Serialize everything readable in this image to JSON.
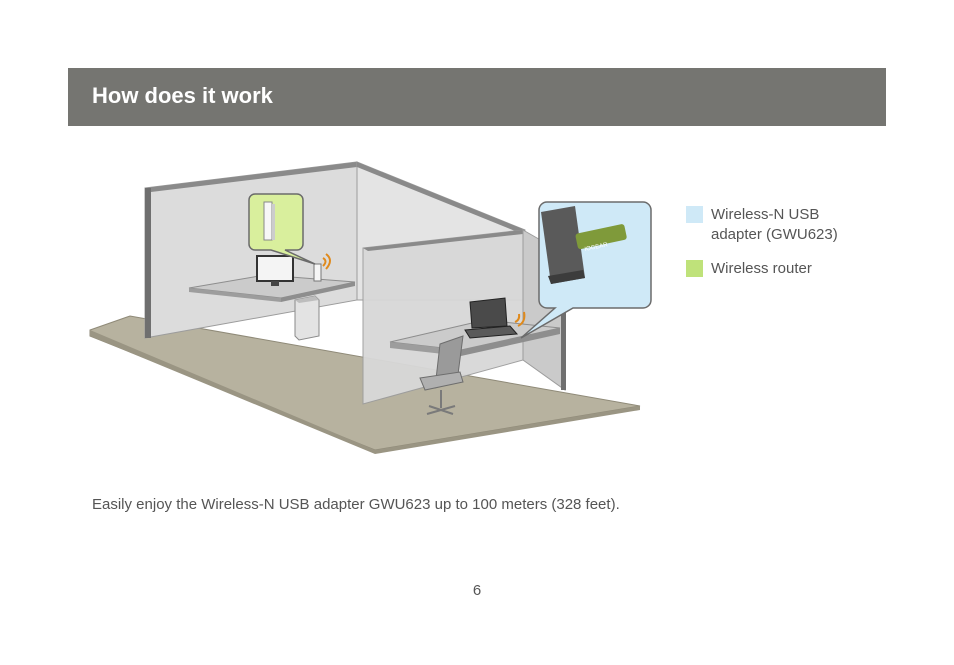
{
  "header": {
    "title": "How does it work"
  },
  "legend": {
    "items": [
      {
        "label": "Wireless-N USB adapter (GWU623)",
        "color": "#cfe9f7"
      },
      {
        "label": "Wireless router",
        "color": "#bfe27a"
      }
    ]
  },
  "illustration": {
    "brand_text": "IOGEAR"
  },
  "caption": "Easily enjoy the Wireless-N USB adapter GWU623 up to 100 meters (328 feet).",
  "page_number": "6",
  "colors": {
    "header_bg": "#757571",
    "text": "#555555"
  }
}
